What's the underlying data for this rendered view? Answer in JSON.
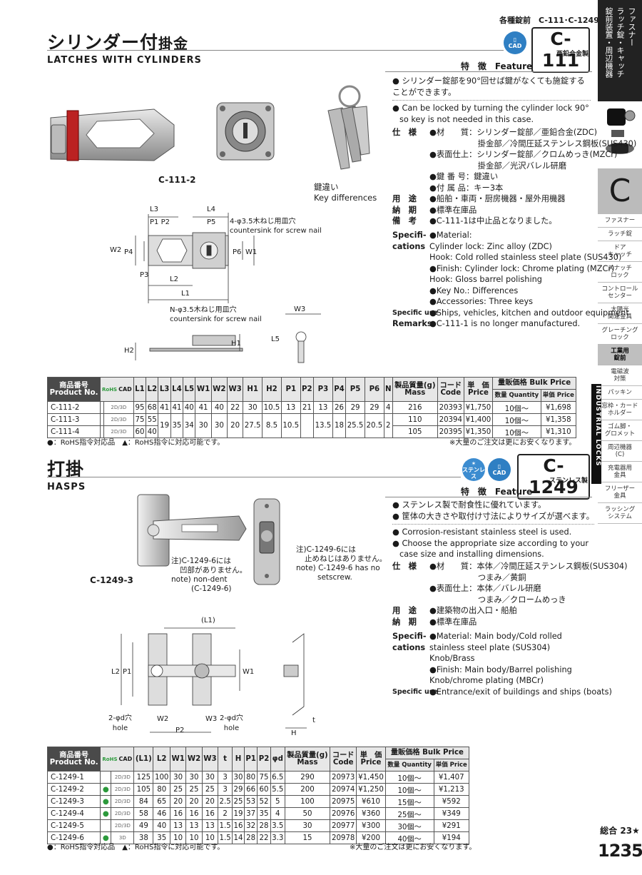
{
  "header": {
    "category": "各種錠前",
    "codes": "C-111･C-1249"
  },
  "side": {
    "top_vertical": [
      "ファスナー",
      "ラッチ錠・キャッチ",
      "錠前装置・周辺機器"
    ],
    "letter": "C",
    "items": [
      "ファスナー",
      "ラッチ錠",
      "ドア|キャッチ",
      "スナッチ|ロック",
      "コントロール|センター",
      "太陽光|関連金具",
      "グレーチング|ロック",
      "工業用|錠前",
      "電磁波|対策",
      "パッキン",
      "窓枠・カード|ホルダー",
      "ゴム脚・|グロメット",
      "周辺機器|(C)",
      "充電器用|金具",
      "フリーザー|金具",
      "ラッシング|システム"
    ],
    "active_index": 7,
    "vertical_label": "INDUSTRIAL LOCKS",
    "total": "総合 23★",
    "page": "1235"
  },
  "s1": {
    "title_a": "シリンダー付",
    "title_b": "掛金",
    "subtitle": "LATCHES WITH CYLINDERS",
    "code": "C-111",
    "material": "亜鉛合金製",
    "cad": "CAD",
    "feature_head": "特　徴　Feature",
    "photo_label": "C-111-2",
    "key_label_jp": "鍵違い",
    "key_label_en": "Key differences",
    "feat_lines": [
      "シリンダー錠部を90°回せば鍵がなくても施錠することができます。",
      "Can be locked by turning the cylinder lock 90°",
      "so key is not needed in this case."
    ],
    "spec_jp": [
      [
        "仕　様",
        "●材　　質：シリンダー錠部／亜鉛合金(ZDC)"
      ],
      [
        "",
        "　　　　　　掛金部／冷間圧延ステンレス鋼板(SUS430)"
      ],
      [
        "",
        "●表面仕上：シリンダー錠部／クロムめっき(MZCr)"
      ],
      [
        "",
        "　　　　　　掛金部／光沢バレル研磨"
      ],
      [
        "",
        "●鍵 番 号：鍵違い"
      ],
      [
        "",
        "●付 属 品：キー3本"
      ],
      [
        "用　途",
        "●船舶・車両・厨房機器・屋外用機器"
      ],
      [
        "納　期",
        "●標準在庫品"
      ],
      [
        "備　考",
        "●C-111-1は中止品となりました。"
      ]
    ],
    "spec_en": [
      [
        "Specifi-",
        "●Material:"
      ],
      [
        "cations",
        "   Cylinder lock: Zinc alloy (ZDC)"
      ],
      [
        "",
        "   Hook: Cold rolled stainless steel plate (SUS430)"
      ],
      [
        "",
        "●Finish: Cylinder lock: Chrome plating (MZCr)"
      ],
      [
        "",
        "             Hook: Gloss barrel polishing"
      ],
      [
        "",
        "●Key No.: Differences"
      ],
      [
        "",
        "●Accessories: Three keys"
      ],
      [
        "Specific use",
        "●Ships, vehicles, kitchen and outdoor equipment"
      ],
      [
        "Remarks",
        "●C-111-1 is no longer manufactured."
      ]
    ],
    "dims": {
      "hole_jp": "4-φ3.5木ねじ用皿穴",
      "hole_en": "countersink for screw nail",
      "hole2_jp": "N-φ3.5木ねじ用皿穴",
      "hole2_en": "countersink for screw nail",
      "L3": "L3",
      "L4": "L4",
      "P1": "P1",
      "P2": "P2",
      "P5": "P5",
      "W2": "W2",
      "P4": "P4",
      "P6": "P6",
      "W1": "W1",
      "P3": "P3",
      "L2": "L2",
      "L1": "L1",
      "W3": "W3",
      "L5": "L5",
      "H1": "H1",
      "H2": "H2"
    },
    "table": {
      "h_pn": "商品番号|Product No.",
      "h_rohs": "RoHS",
      "h_cad": "CAD",
      "cols": [
        "L1",
        "L2",
        "L3",
        "L4",
        "L5",
        "W1",
        "W2",
        "W3",
        "H1",
        "H2",
        "P1",
        "P2",
        "P3",
        "P4",
        "P5",
        "P6",
        "N"
      ],
      "h_mass": "製品質量(g)|Mass",
      "h_code": "コード|Code",
      "h_price": "単　価|Price",
      "h_bulk": "量販価格 Bulk Price",
      "h_qty": "数量 Quantity",
      "h_unit": "単価 Price",
      "rows": [
        [
          "C-111-2",
          "",
          "2D/3D",
          "95",
          "68",
          "41",
          "41",
          "40",
          "41",
          "40",
          "22",
          "30",
          "10.5",
          "13",
          "21",
          "13",
          "26",
          "29",
          "29",
          "4",
          "216",
          "20393",
          "¥1,750",
          "10個〜",
          "¥1,698"
        ],
        [
          "C-111-3",
          "",
          "2D/3D",
          "75",
          "55",
          "19",
          "35",
          "34",
          "30",
          "30",
          "20",
          "27.5",
          "8.5",
          "10.5",
          "",
          "13.5",
          "18",
          "25.5",
          "20.5",
          "2",
          "110",
          "20394",
          "¥1,400",
          "10個〜",
          "¥1,358"
        ],
        [
          "C-111-4",
          "",
          "2D/3D",
          "60",
          "40",
          "",
          "",
          "",
          "",
          "",
          "",
          "",
          "",
          "",
          "",
          "",
          "",
          "",
          "",
          "",
          "105",
          "20395",
          "¥1,350",
          "10個〜",
          "¥1,310"
        ]
      ],
      "legend": "●：RoHS指令対応品　▲：RoHS指令に対応可能です。",
      "note": "※大量のご注文は更にお安くなります。"
    }
  },
  "s2": {
    "title": "打掛",
    "subtitle": "HASPS",
    "code": "C-1249",
    "material": "ステンレス製",
    "badge_ss": "ステンレス",
    "cad": "CAD",
    "feature_head": "特　徴　Feature",
    "photo_label": "C-1249-3",
    "note1": [
      "注)C-1249-6には",
      "凹部がありません。",
      "note) non-dent",
      "(C-1249-6)"
    ],
    "note2": [
      "注)C-1249-6には",
      "止めねじはありません。",
      "note) C-1249-6 has no",
      "setscrew."
    ],
    "feat_lines": [
      "ステンレス製で耐食性に優れています。",
      "筐体の大きさや取付け寸法によりサイズが選べます。",
      "Corrosion-resistant stainless steel is used.",
      "Choose the appropriate size according to your",
      "case size and installing dimensions."
    ],
    "spec_jp": [
      [
        "仕　様",
        "●材　　質：本体／冷間圧延ステンレス鋼板(SUS304)"
      ],
      [
        "",
        "　　　　　　つまみ／黄銅"
      ],
      [
        "",
        "●表面仕上：本体／バレル研磨"
      ],
      [
        "",
        "　　　　　　つまみ／クロームめっき"
      ],
      [
        "用　途",
        "●建築物の出入口・船舶"
      ],
      [
        "納　期",
        "●標準在庫品"
      ]
    ],
    "spec_en": [
      [
        "Specifi-",
        "●Material: Main body/Cold rolled"
      ],
      [
        "cations",
        "                stainless steel plate (SUS304)"
      ],
      [
        "",
        "                Knob/Brass"
      ],
      [
        "",
        "●Finish: Main body/Barrel polishing"
      ],
      [
        "",
        "             Knob/chrome plating (MBCr)"
      ],
      [
        "Specific use",
        "●Entrance/exit of buildings and ships (boats)"
      ]
    ],
    "dims": {
      "L1": "(L1)",
      "L2": "L2",
      "P1": "P1",
      "W1": "W1",
      "W2": "W2",
      "W3": "W3",
      "P2": "P2",
      "hole_a": "2-φd穴",
      "hole_b": "hole",
      "hole2_a": "2-φd穴",
      "hole2_b": "hole",
      "t": "t",
      "H": "H"
    },
    "table": {
      "h_pn": "商品番号|Product No.",
      "h_rohs": "RoHS",
      "h_cad": "CAD",
      "cols": [
        "(L1)",
        "L2",
        "W1",
        "W2",
        "W3",
        "t",
        "H",
        "P1",
        "P2",
        "φd"
      ],
      "h_mass": "製品質量(g)|Mass",
      "h_code": "コード|Code",
      "h_price": "単　価|Price",
      "h_bulk": "量販価格 Bulk Price",
      "h_qty": "数量 Quantity",
      "h_unit": "単価 Price",
      "rows": [
        [
          "C-1249-1",
          "",
          "2D/3D",
          "125",
          "100",
          "30",
          "30",
          "30",
          "3",
          "30",
          "80",
          "75",
          "6.5",
          "290",
          "20973",
          "¥1,450",
          "10個〜",
          "¥1,407"
        ],
        [
          "C-1249-2",
          "●",
          "2D/3D",
          "105",
          "80",
          "25",
          "25",
          "25",
          "3",
          "29",
          "66",
          "60",
          "5.5",
          "200",
          "20974",
          "¥1,250",
          "10個〜",
          "¥1,213"
        ],
        [
          "C-1249-3",
          "●",
          "2D/3D",
          "84",
          "65",
          "20",
          "20",
          "20",
          "2.5",
          "25",
          "53",
          "52",
          "5",
          "100",
          "20975",
          "¥610",
          "15個〜",
          "¥592"
        ],
        [
          "C-1249-4",
          "●",
          "2D/3D",
          "58",
          "46",
          "16",
          "16",
          "16",
          "2",
          "19",
          "37",
          "35",
          "4",
          "50",
          "20976",
          "¥360",
          "25個〜",
          "¥349"
        ],
        [
          "C-1249-5",
          "",
          "2D/3D",
          "49",
          "40",
          "13",
          "13",
          "13",
          "1.5",
          "16",
          "32",
          "28",
          "3.5",
          "30",
          "20977",
          "¥300",
          "30個〜",
          "¥291"
        ],
        [
          "C-1249-6",
          "●",
          "3D",
          "38",
          "35",
          "10",
          "10",
          "10",
          "1.5",
          "14",
          "28",
          "22",
          "3.3",
          "15",
          "20978",
          "¥200",
          "40個〜",
          "¥194"
        ]
      ],
      "legend": "●：RoHS指令対応品　▲：RoHS指令に対応可能です。",
      "note": "※大量のご注文は更にお安くなります。"
    }
  }
}
